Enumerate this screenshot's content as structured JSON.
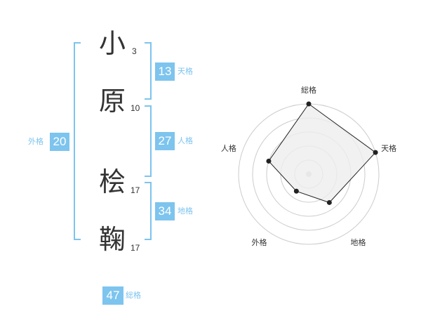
{
  "name": {
    "characters": [
      {
        "char": "小",
        "strokes": "3"
      },
      {
        "char": "原",
        "strokes": "10"
      },
      {
        "char": "桧",
        "strokes": "17"
      },
      {
        "char": "鞠",
        "strokes": "17"
      }
    ]
  },
  "fortunes": {
    "tenkaku": {
      "value": "13",
      "label": "天格"
    },
    "jinkaku": {
      "value": "27",
      "label": "人格"
    },
    "chikaku": {
      "value": "34",
      "label": "地格"
    },
    "gaikaku": {
      "value": "20",
      "label": "外格"
    },
    "soukaku": {
      "value": "47",
      "label": "総格"
    }
  },
  "colors": {
    "accent": "#7dc4ee",
    "label": "#7dc4ee",
    "text": "#333333",
    "radar_fill": "#eeeeee",
    "radar_line": "#222222",
    "grid": "#cccccc"
  },
  "chart_data": {
    "type": "radar",
    "axes": [
      "総格",
      "天格",
      "地格",
      "外格",
      "人格"
    ],
    "values": [
      5,
      5,
      2.5,
      1.5,
      3
    ],
    "max": 5,
    "rings": 5
  }
}
